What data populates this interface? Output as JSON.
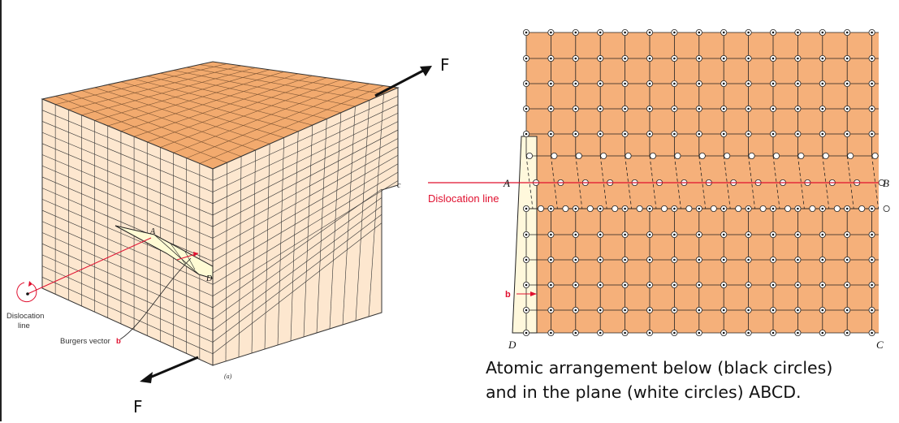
{
  "labels": {
    "force_top": "F",
    "force_bottom": "F",
    "left_dislocation_line": [
      "Dislocation",
      "line"
    ],
    "burgers_vector": "Burgers vector",
    "burgers_symbol": "b",
    "point_A": "A",
    "point_D": "D",
    "point_c": "c",
    "subfig": "(a)",
    "right_A": "A",
    "right_B": "B",
    "right_C": "C",
    "right_D": "D",
    "right_dislocation_line": "Dislocation line",
    "right_b": "b"
  },
  "caption": {
    "line1": "Atomic arrangement below (black circles)",
    "line2": "and in the plane (white circles) ABCD."
  },
  "colors": {
    "top_face": "#f2aa6e",
    "side_face": "#fde7cf",
    "lattice": "#f5b07a",
    "slip_plane": "#fff8dc",
    "dislocation": "#e0102f",
    "grid_line": "#222222"
  }
}
